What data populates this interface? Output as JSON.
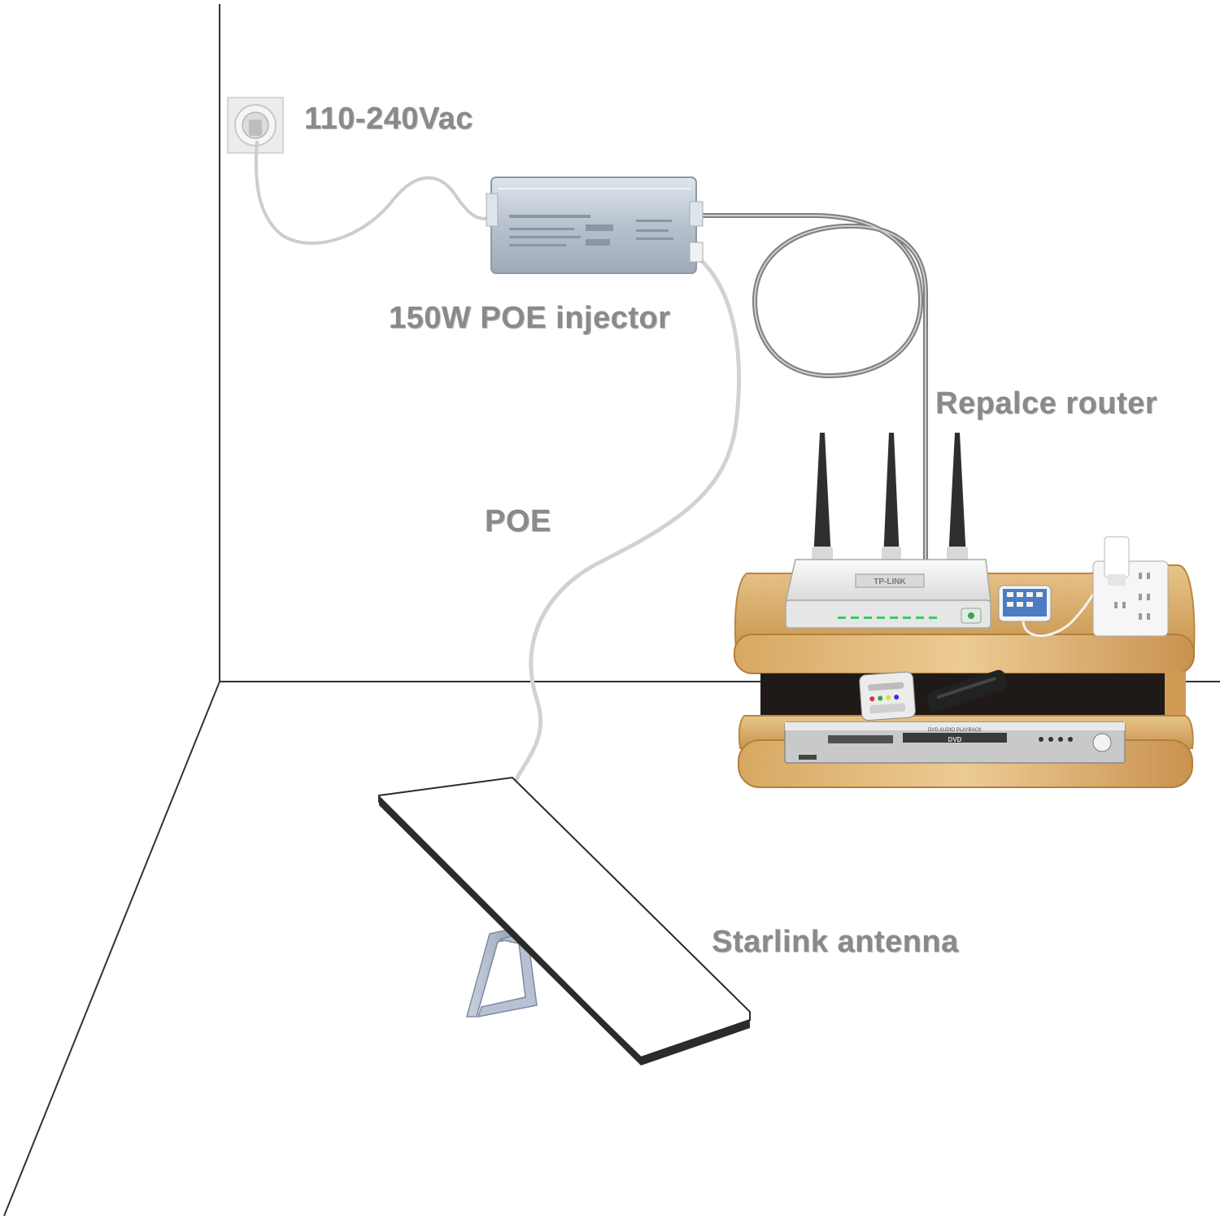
{
  "labels": {
    "power_outlet": "110-240Vac",
    "injector": "150W POE injector",
    "cable": "POE",
    "router": "Repalce router",
    "antenna": "Starlink antenna"
  },
  "device_text": {
    "router_brand": "TP-LINK",
    "player_caption": "DVD AUDIO PLAYBACK",
    "player_brand": "DVD"
  },
  "colors": {
    "label_text": "#8a8a8a",
    "wall_line": "#333333",
    "injector_body": "#b9c4d1",
    "shelf_wood": "#d9b072",
    "router_body": "#eeeeee",
    "antenna_face": "#ffffff",
    "antenna_edge": "#2b2b2b",
    "cable": "#cfcfcf"
  }
}
